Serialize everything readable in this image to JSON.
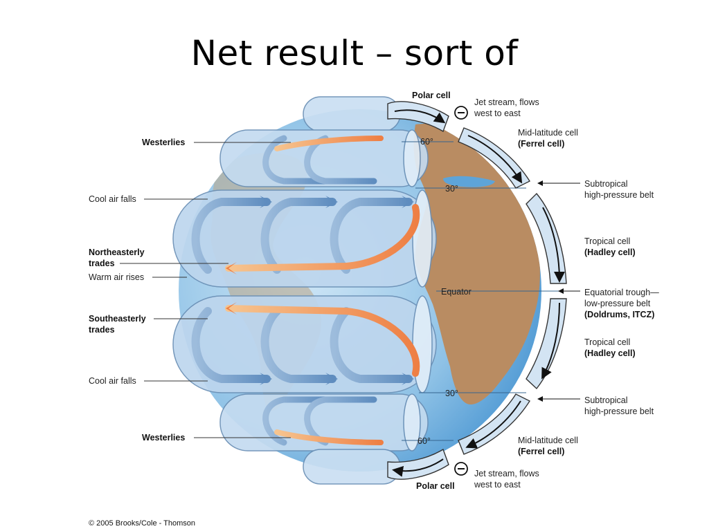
{
  "title": "Net result – sort of",
  "labels": {
    "polar_cell_top": "Polar cell",
    "polar_cell_bottom": "Polar cell",
    "jet_stream_top": [
      "Jet stream, flows",
      "west to east"
    ],
    "jet_stream_bottom": [
      "Jet stream, flows",
      "west to east"
    ],
    "midlat_top": [
      "Mid-latitude cell",
      "(Ferrel cell)"
    ],
    "midlat_bottom": [
      "Mid-latitude cell",
      "(Ferrel cell)"
    ],
    "subtrop_top": [
      "Subtropical",
      "high-pressure belt"
    ],
    "subtrop_bottom": [
      "Subtropical",
      "high-pressure belt"
    ],
    "tropical_top": [
      "Tropical cell",
      "(Hadley cell)"
    ],
    "tropical_bottom": [
      "Tropical cell",
      "(Hadley cell)"
    ],
    "eq_trough": [
      "Equatorial trough—",
      "low-pressure belt",
      "(Doldrums, ITCZ)"
    ],
    "westerlies_top": "Westerlies",
    "westerlies_bottom": "Westerlies",
    "cool_air_falls_top": "Cool air falls",
    "cool_air_falls_bottom": "Cool air falls",
    "ne_trades": [
      "Northeasterly",
      "trades"
    ],
    "warm_air_rises": "Warm air rises",
    "se_trades": [
      "Southeasterly",
      "trades"
    ],
    "lat_60_n": "60°",
    "lat_30_n": "30°",
    "equator": "Equator",
    "lat_30_s": "30°",
    "lat_60_s": "60°"
  },
  "colors": {
    "ocean": "#9fcbe8",
    "ocean_dark": "#4a9ad4",
    "land": "#bb8f66",
    "band": "#c9def2",
    "band_edge": "#6a8fb5",
    "warm_arrow": "#f08a4b",
    "cool_arrow": "#6f97c2"
  },
  "copyright": "© 2005 Brooks/Cole - Thomson"
}
